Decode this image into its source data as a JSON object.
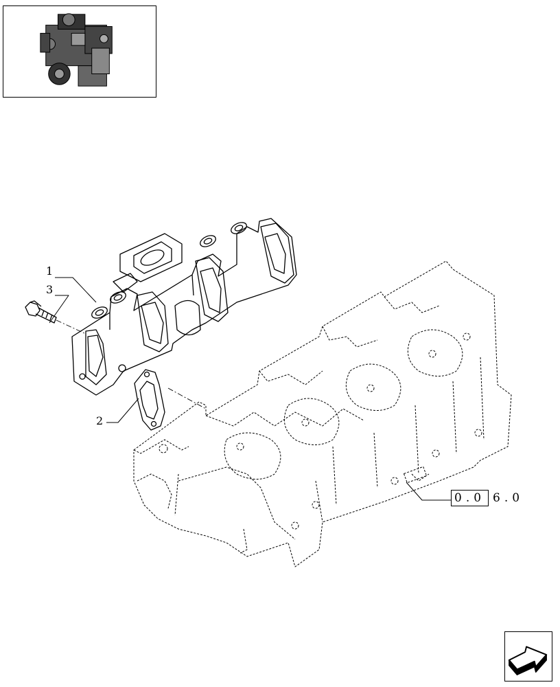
{
  "thumbnail": {
    "icon": "engine-thumbnail-icon"
  },
  "callouts": [
    {
      "number": "1"
    },
    {
      "number": "3"
    },
    {
      "number": "2"
    }
  ],
  "reference": {
    "boxed": "0.0",
    "suffix": "6.0"
  },
  "navigation": {
    "icon": "next-page-arrow-icon"
  }
}
